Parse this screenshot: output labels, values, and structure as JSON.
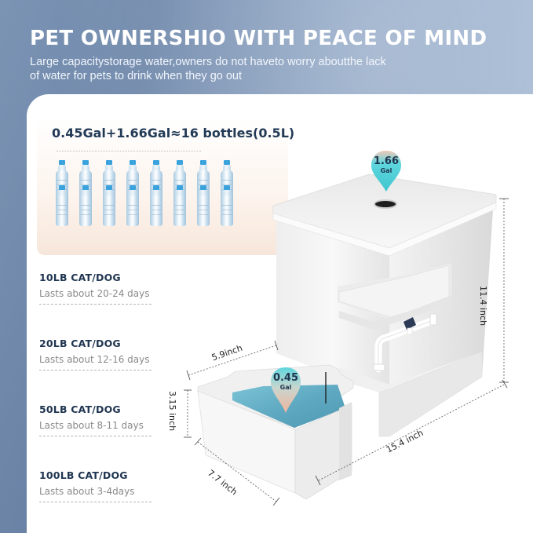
{
  "header": {
    "title": "PET OWNERSHIO WITH PEACE OF MIND",
    "subtitle_line1": "Large capacitystorage water,owners do not haveto worry aboutthe lack",
    "subtitle_line2": "of water for pets to drink when they go out"
  },
  "bottle_panel": {
    "title": "0.45Gal+1.66Gal≈16 bottles(0.5L)",
    "bottle_count": 16,
    "bottle_icon": "water-bottle-icon"
  },
  "pet_durations": [
    {
      "title": "10LB CAT/DOG",
      "description": "Lasts about 20-24 days"
    },
    {
      "title": "20LB CAT/DOG",
      "description": "Lasts about 12-16 days"
    },
    {
      "title": "50LB CAT/DOG",
      "description": "Lasts about 8-11 days"
    },
    {
      "title": "100LB CAT/DOG",
      "description": "Lasts about 3-4days"
    }
  ],
  "product": {
    "tank_capacity": {
      "value": "1.66",
      "unit": "Gal"
    },
    "bowl_capacity": {
      "value": "0.45",
      "unit": "Gal"
    },
    "dimensions": {
      "height": "11.4 inch",
      "length": "15.4 inch",
      "bowl_width": "5.9inch",
      "bowl_depth": "7.7 inch",
      "bowl_height": "3.15 inch"
    }
  },
  "colors": {
    "background_blue": "#7c94b4",
    "title_navy": "#1f3550",
    "pin_teal": "#5fd6dd",
    "pin_peach": "#f0b49a",
    "water_blue": "#6fb6cc",
    "valve_navy": "#2b3a55"
  }
}
